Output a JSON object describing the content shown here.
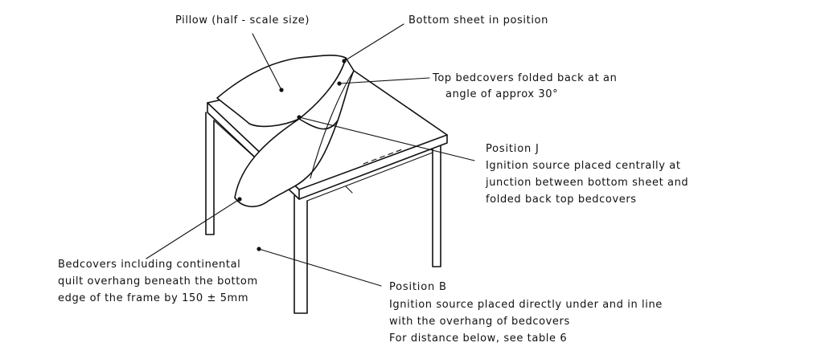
{
  "labels": {
    "pillow": "Pillow (half - scale size)",
    "bottom_sheet": "Bottom sheet in position",
    "top_bedcovers_line1": "Top bedcovers folded back at an",
    "top_bedcovers_line2": "angle of approx 30°",
    "position_j_title": "Position J",
    "position_j_line1": "Ignition source placed centrally at",
    "position_j_line2": "junction between bottom sheet and",
    "position_j_line3": "folded back top bedcovers",
    "bedcovers_line1": "Bedcovers including continental",
    "bedcovers_line2": "quilt overhang beneath the bottom",
    "bedcovers_line3": "edge of the frame by 150 ± 5mm",
    "position_b_title": "Position B",
    "position_b_line1": "Ignition source placed directly under and in line",
    "position_b_line2": "with the overhang of bedcovers",
    "position_b_line3": "For distance below, see table 6"
  }
}
